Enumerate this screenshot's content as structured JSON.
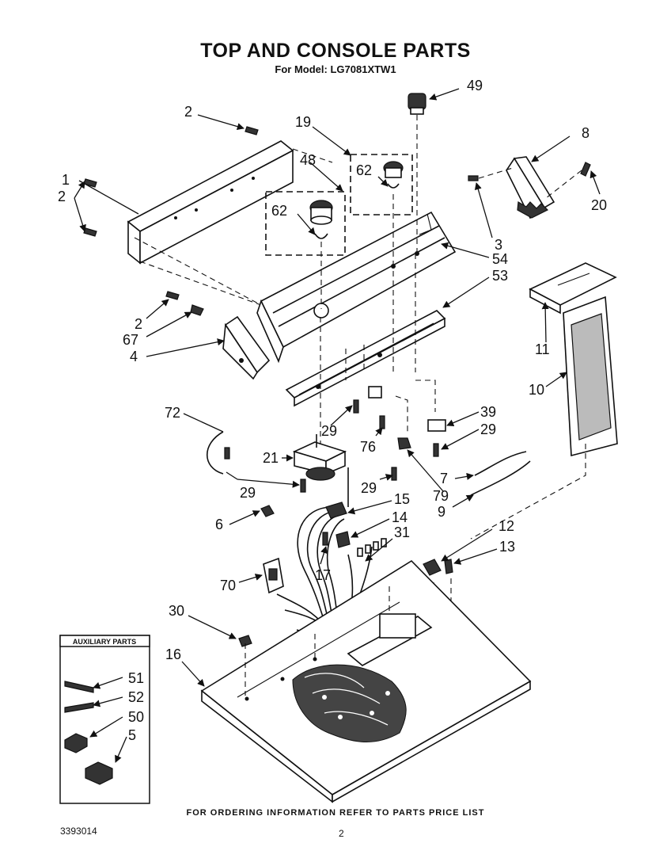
{
  "title": "TOP AND CONSOLE PARTS",
  "subtitle": "For Model: LG7081XTW1",
  "footer": "FOR ORDERING INFORMATION REFER TO PARTS PRICE LIST",
  "doc_number": "3393014",
  "page_number": "2",
  "auxiliary_box": {
    "title": "AUXILIARY PARTS"
  },
  "callouts": [
    "2",
    "49",
    "19",
    "8",
    "48",
    "62",
    "62",
    "1",
    "2",
    "20",
    "3",
    "54",
    "53",
    "2",
    "67",
    "4",
    "11",
    "10",
    "72",
    "39",
    "29",
    "29",
    "21",
    "76",
    "7",
    "29",
    "29",
    "79",
    "9",
    "15",
    "6",
    "14",
    "31",
    "12",
    "13",
    "17",
    "70",
    "30",
    "16",
    "51",
    "52",
    "50",
    "5"
  ]
}
